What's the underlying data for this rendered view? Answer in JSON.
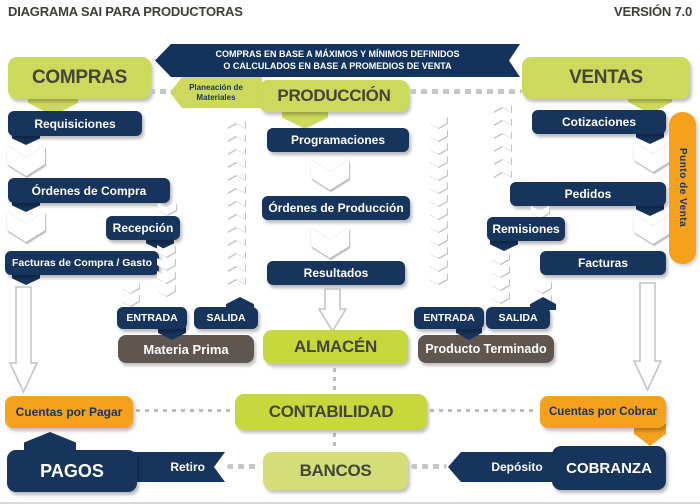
{
  "header": {
    "title": "DIAGRAMA SAI PARA PRODUCTORAS",
    "version": "VERSIÓN 7.0"
  },
  "banner": {
    "line1": "COMPRAS EN BASE A MÁXIMOS Y MÍNIMOS DEFINIDOS",
    "line2": "O CALCULADOS EN BASE A PROMEDIOS DE VENTA"
  },
  "nodes": {
    "compras": "COMPRAS",
    "ventas": "VENTAS",
    "produccion": "PRODUCCIÓN",
    "planeacion_line1": "Planeación de",
    "planeacion_line2": "Materiales",
    "requisiciones": "Requisiciones",
    "ordenes_compra": "Órdenes de Compra",
    "recepcion": "Recepción",
    "facturas_compra": "Facturas de Compra / Gasto",
    "programaciones": "Programaciones",
    "ordenes_produccion": "Órdenes de Producción",
    "resultados": "Resultados",
    "cotizaciones": "Cotizaciones",
    "pedidos": "Pedidos",
    "remisiones": "Remisiones",
    "facturas": "Facturas",
    "entrada": "ENTRADA",
    "salida": "SALIDA",
    "materia_prima": "Materia Prima",
    "producto_terminado": "Producto Terminado",
    "almacen": "ALMACÉN",
    "contabilidad": "CONTABILIDAD",
    "bancos": "BANCOS",
    "cuentas_pagar": "Cuentas por Pagar",
    "cuentas_cobrar": "Cuentas por Cobrar",
    "punto_venta": "Punto de Venta",
    "pagos": "PAGOS",
    "retiro": "Retiro",
    "deposito": "Depósito",
    "cobranza": "COBRANZA"
  },
  "colors": {
    "navy": "#16345c",
    "green": "#cdd95c",
    "green_bright": "#c6d83b",
    "green_light": "#d4de79",
    "orange": "#f5a11d",
    "brown_gray": "#5e564f",
    "text_dark": "#45453a"
  }
}
